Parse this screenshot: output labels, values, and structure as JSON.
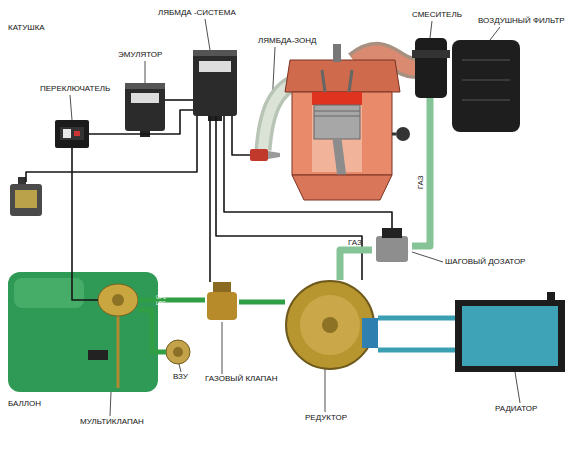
{
  "diagram": {
    "nodes": [
      {
        "text": [
          "КАТУШКА"
        ]
      },
      {
        "text": [
          "ПЕРЕКЛЮЧАТЕЛЬ"
        ]
      },
      {
        "text": [
          "ЭМУЛЯТОР"
        ]
      },
      {
        "text": [
          "ЛЯБМДА -СИСТЕМА"
        ]
      },
      {
        "text": [
          "ЛЯМБДА-ЗОНД"
        ]
      },
      {
        "text": [
          "СМЕСИТЕЛЬ"
        ]
      },
      {
        "text": [
          "ВОЗДУШНЫЙ ФИЛЬТР"
        ]
      },
      {
        "text": [
          "ШАГОВЫЙ ДОЗАТОР"
        ]
      },
      {
        "text": [
          "БАЛЛОН"
        ]
      },
      {
        "text": [
          "МУЛЬТИКЛАПАН"
        ],
        "in": 8
      },
      {
        "text": [
          "ВЗУ"
        ]
      },
      {
        "text": [
          "ГАЗОВЫЙ КЛАПАН"
        ]
      },
      {
        "text": [
          "РЕДУКТОР"
        ]
      },
      {
        "text": [
          "РАДИАТОР"
        ]
      }
    ],
    "edges": [
      {
        "from": 0,
        "to": 3,
        "arrow": "none"
      },
      {
        "from": 1,
        "to": 9,
        "arrow": "none"
      },
      {
        "from": 1,
        "to": 3,
        "arrow": "none"
      },
      {
        "from": 2,
        "to": 3,
        "arrow": "none"
      },
      {
        "from": 3,
        "to": 4,
        "arrow": "none"
      },
      {
        "from": 3,
        "to": 7,
        "arrow": "none"
      },
      {
        "from": 3,
        "to": 11,
        "arrow": "none"
      },
      {
        "from": 3,
        "to": 12,
        "arrow": "none"
      },
      {
        "from": 10,
        "to": 9,
        "arrow": "none"
      },
      {
        "from": 9,
        "to": 11,
        "arrow": "none"
      },
      {
        "from": 11,
        "to": 12,
        "arrow": "none"
      },
      {
        "from": 12,
        "to": 7,
        "label": "ГАЗ",
        "arrow": "none"
      },
      {
        "from": 7,
        "to": 5,
        "label": "ГАЗ",
        "arrow": "none"
      },
      {
        "from": 12,
        "to": 13,
        "arrow": "none"
      },
      {
        "from": 12,
        "to": 13,
        "arrow": "none"
      }
    ],
    "labels": [
      "GPL LPG",
      "GPL LPG"
    ]
  }
}
